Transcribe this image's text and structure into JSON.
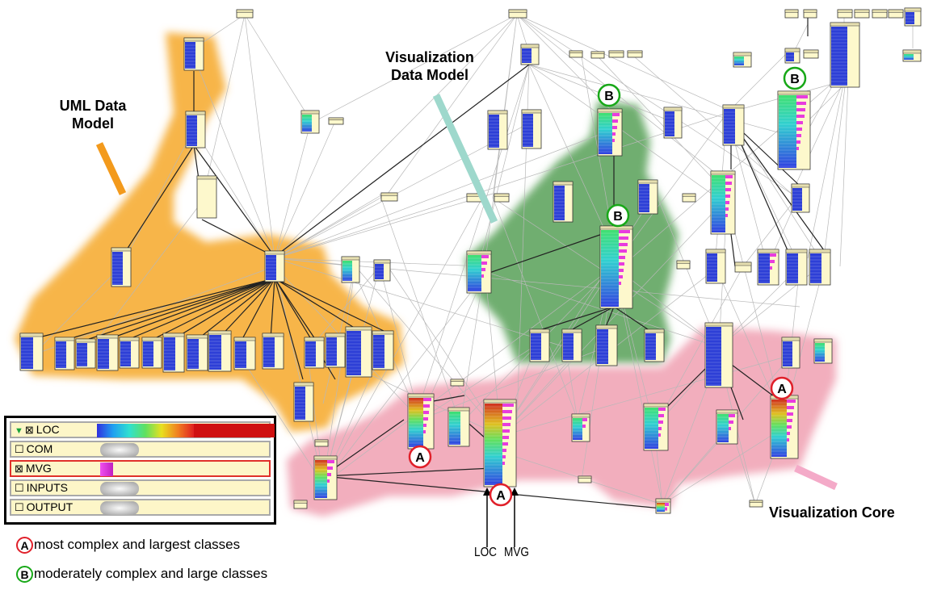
{
  "labels": {
    "uml_model": [
      "UML Data",
      "Model"
    ],
    "vis_model": [
      "Visualization",
      "Data Model"
    ],
    "vis_core": "Visualization Core",
    "loc_arrow": "LOC",
    "mvg_arrow": "MVG"
  },
  "panel": {
    "rows": [
      {
        "name": "LOC",
        "checked": "⊠",
        "expanded": true,
        "kind": "rainbow"
      },
      {
        "name": "COM",
        "checked": "☐",
        "expanded": false,
        "kind": "gray"
      },
      {
        "name": "MVG",
        "checked": "⊠",
        "expanded": false,
        "kind": "magenta"
      },
      {
        "name": "INPUTS",
        "checked": "☐",
        "expanded": false,
        "kind": "gray"
      },
      {
        "name": "OUTPUT",
        "checked": "☐",
        "expanded": false,
        "kind": "gray"
      }
    ]
  },
  "legend": {
    "a_badge": "A",
    "a_text": "most complex and largest classes",
    "b_badge": "B",
    "b_text": "moderately complex and large classes"
  },
  "badges": {
    "a": "A",
    "b": "B"
  },
  "colors": {
    "uml_region": "#f7b54a",
    "vis_model_region": "#6fae70",
    "core_region": "#f2aebd",
    "node_fill": "#fdf8cc",
    "bar_blue": "#2d3fd6",
    "mvg": "#e83cde",
    "badge_a": "#e0202a",
    "badge_b": "#18a818"
  }
}
